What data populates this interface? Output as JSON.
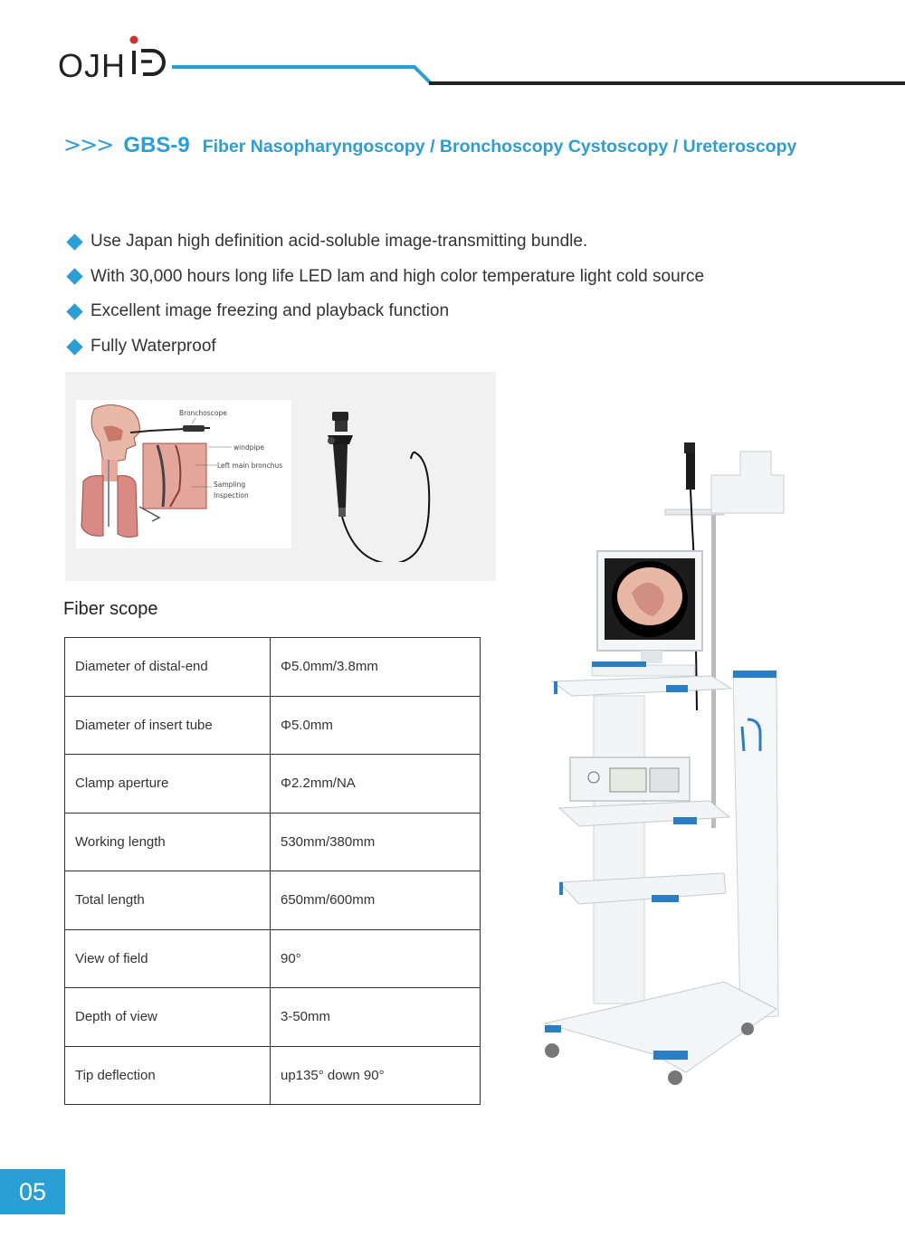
{
  "brand": {
    "logo_text": "OJH"
  },
  "title": {
    "model": "GBS-9",
    "subtitle": "Fiber Nasopharyngoscopy / Bronchoscopy Cystoscopy / Ureteroscopy"
  },
  "features": [
    "Use Japan high definition acid-soluble image-transmitting bundle.",
    "With 30,000 hours long life LED lam and high color temperature light cold source",
    "Excellent image freezing and playback function",
    "Fully Waterproof"
  ],
  "diagram": {
    "labels": {
      "bronchoscope": "Bronchoscope",
      "windpipe": "windpipe",
      "left_main_bronchus": "Left main bronchus",
      "sampling": "Sampling",
      "inspection": "Inspection"
    }
  },
  "spec": {
    "title": "Fiber scope",
    "rows": [
      {
        "label": "Diameter of distal-end",
        "value": "Φ5.0mm/3.8mm"
      },
      {
        "label": "Diameter of insert tube",
        "value": "Φ5.0mm"
      },
      {
        "label": "Clamp aperture",
        "value": "Φ2.2mm/NA"
      },
      {
        "label": "Working length",
        "value": "530mm/380mm"
      },
      {
        "label": "Total length",
        "value": "650mm/600mm"
      },
      {
        "label": "View of field",
        "value": "90°"
      },
      {
        "label": "Depth of view",
        "value": "3-50mm"
      },
      {
        "label": "Tip deflection",
        "value": "up135° down 90°"
      }
    ]
  },
  "page": {
    "number": "05"
  },
  "colors": {
    "accent": "#2a9fd6",
    "rule_dark": "#222222"
  }
}
